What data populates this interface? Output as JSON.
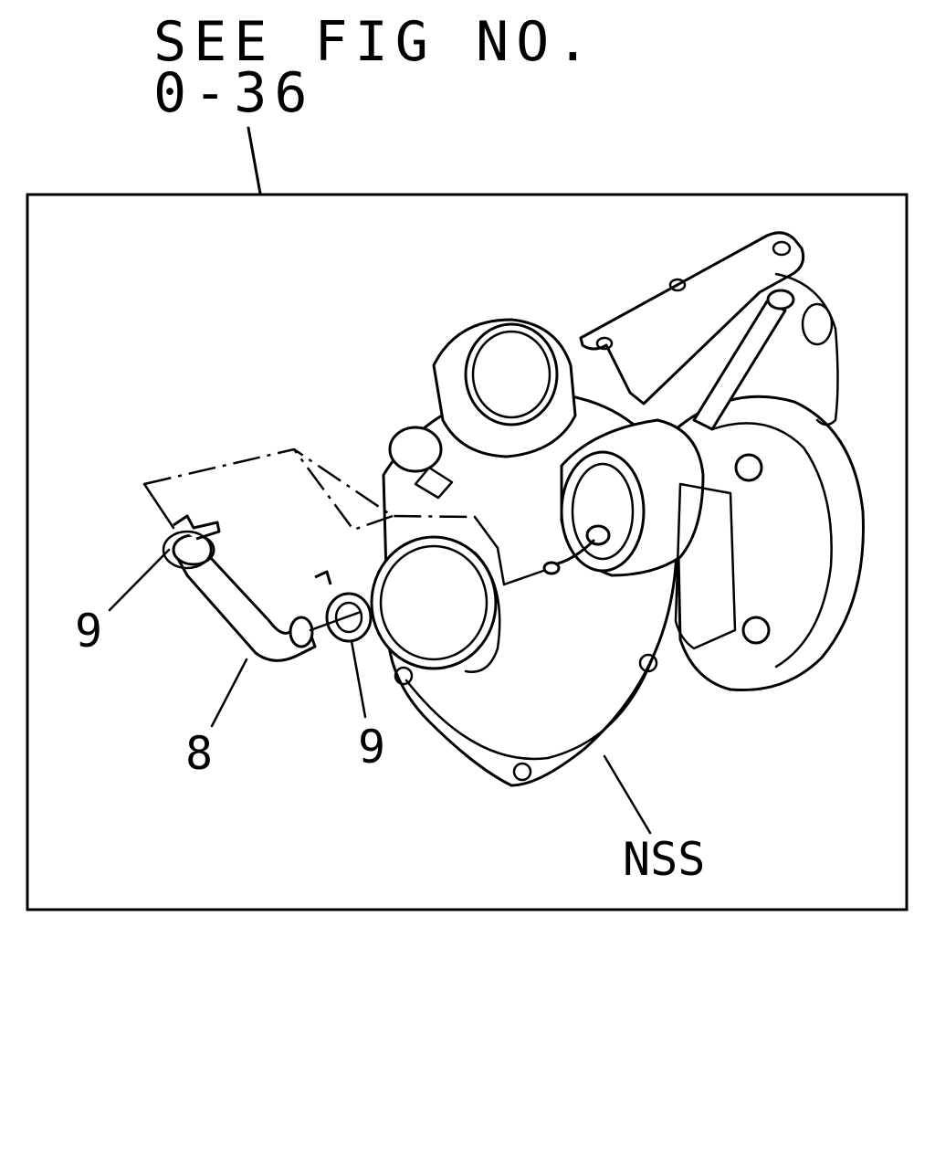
{
  "reference": {
    "line1": "SEE FIG NO.",
    "line2": "0-36"
  },
  "callouts": {
    "hose": "8",
    "clip_left": "9",
    "clip_right": "9",
    "turbocharger": "NSS"
  }
}
